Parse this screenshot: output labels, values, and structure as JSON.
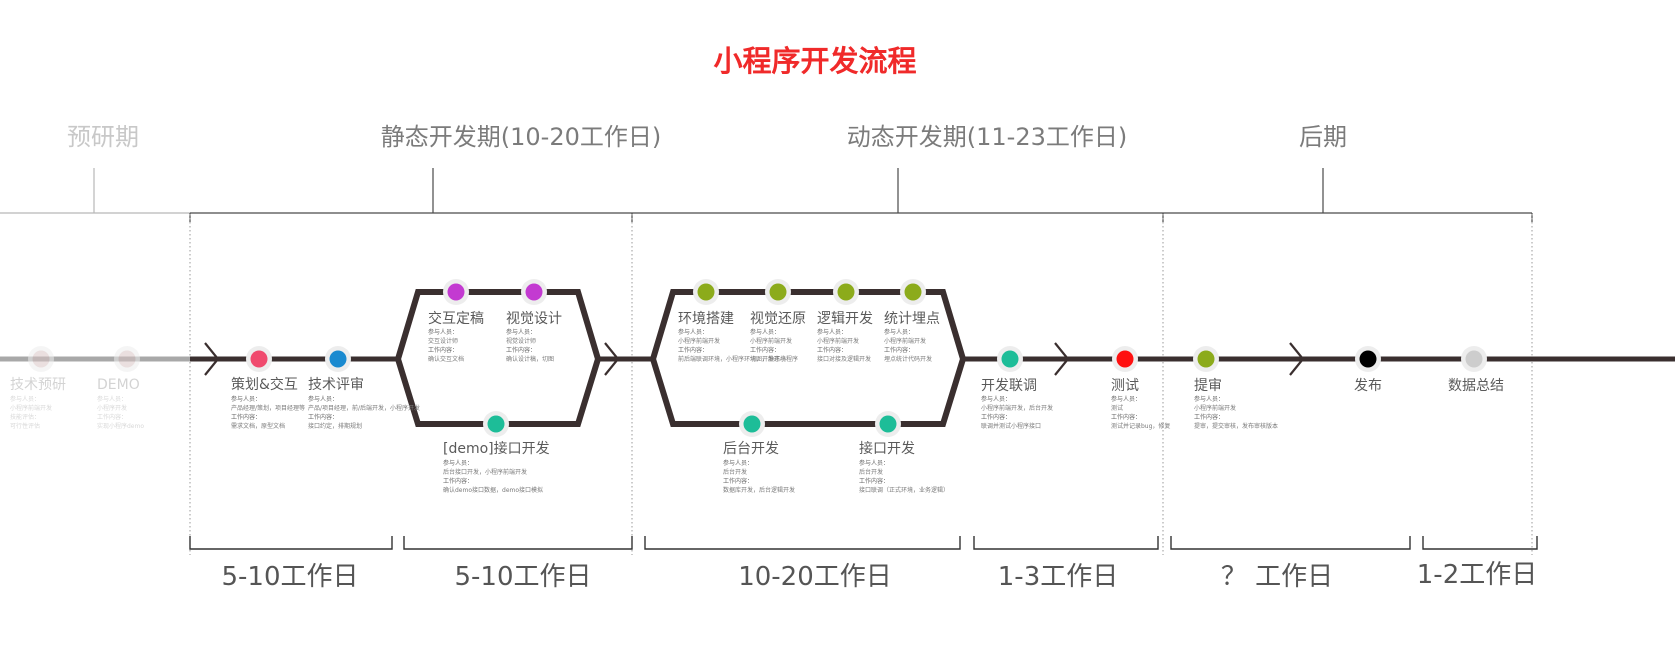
{
  "title": "小程序开发流程",
  "colors": {
    "title": "#f02a2a",
    "line": "#3a2f2f",
    "line_faded": "#a8a8a8",
    "phase_text": "#7b7b7b",
    "phase_text_faded": "#c8c8c8",
    "duration_text": "#555555",
    "bracket": "#333333",
    "magenta": "#c33ad1",
    "green": "#8cab1b",
    "teal": "#1dbd98",
    "red": "#ff1010",
    "pink": "#f04a6e",
    "blue": "#1a8ad0",
    "black": "#000000",
    "light_gray": "#cdcdcd",
    "faded_dot": "#d9c5c5"
  },
  "phases": [
    {
      "label": "预研期",
      "faded": true
    },
    {
      "label": "静态开发期(10-20工作日)"
    },
    {
      "label": "动态开发期(11-23工作日)"
    },
    {
      "label": "后期"
    }
  ],
  "durations": [
    "5-10工作日",
    "5-10工作日",
    "10-20工作日",
    "1-3工作日",
    "？ 工作日",
    "1-2工作日"
  ],
  "nodes": [
    {
      "label": "技术预研",
      "color": "faded_dot",
      "faded": true,
      "details": [
        "参与人员：",
        "小程序前端开发",
        "技能评估：",
        "可行性评估"
      ]
    },
    {
      "label": "DEMO",
      "color": "faded_dot",
      "faded": true,
      "details": [
        "参与人员：",
        "小程序开发",
        "工作内容：",
        "实现小程序demo"
      ]
    },
    {
      "label": "策划&交互",
      "color": "pink",
      "details": [
        "参与人员：",
        "产品经理/策划，项目经理等",
        "工作内容：",
        "需求文档，原型文档"
      ]
    },
    {
      "label": "技术评审",
      "color": "blue",
      "details": [
        "参与人员：",
        "产品/项目经理，前/后端开发，小程序开发",
        "工作内容：",
        "接口约定，排期规划"
      ]
    },
    {
      "label": "交互定稿",
      "color": "magenta",
      "details": [
        "参与人员：",
        "交互设计师",
        "工作内容：",
        "确认交互文档"
      ]
    },
    {
      "label": "视觉设计",
      "color": "magenta",
      "details": [
        "参与人员：",
        "视觉设计师",
        "工作内容：",
        "确认设计稿，切图"
      ]
    },
    {
      "label": "[demo]接口开发",
      "color": "teal",
      "details": [
        "参与人员：",
        "后台接口开发，小程序前端开发",
        "工作内容：",
        "确认demo接口数据，demo接口模拟"
      ]
    },
    {
      "label": "环境搭建",
      "color": "green",
      "details": [
        "参与人员：",
        "小程序前端开发",
        "工作内容：",
        "前后端联调环境，小程序环境，开发环境"
      ]
    },
    {
      "label": "视觉还原",
      "color": "green",
      "details": [
        "参与人员：",
        "小程序前端开发",
        "工作内容：",
        "切图，静态小程序"
      ]
    },
    {
      "label": "逻辑开发",
      "color": "green",
      "details": [
        "参与人员：",
        "小程序前端开发",
        "工作内容：",
        "接口对接及逻辑开发"
      ]
    },
    {
      "label": "统计埋点",
      "color": "green",
      "details": [
        "参与人员：",
        "小程序前端开发",
        "工作内容：",
        "埋点统计代码开发"
      ]
    },
    {
      "label": "后台开发",
      "color": "teal",
      "details": [
        "参与人员：",
        "后台开发",
        "工作内容：",
        "数据库开发，后台逻辑开发"
      ]
    },
    {
      "label": "接口开发",
      "color": "teal",
      "details": [
        "参与人员：",
        "后台开发",
        "工作内容：",
        "接口联调（正式环境，业务逻辑）"
      ]
    },
    {
      "label": "开发联调",
      "color": "teal",
      "details": [
        "参与人员：",
        "小程序前端开发，后台开发",
        "工作内容：",
        "联调并测试小程序接口"
      ]
    },
    {
      "label": "测试",
      "color": "red",
      "details": [
        "参与人员：",
        "测试",
        "工作内容：",
        "测试并记录bug，修复"
      ]
    },
    {
      "label": "提审",
      "color": "green",
      "details": [
        "参与人员：",
        "小程序前端开发",
        "工作内容：",
        "提审，提交审核，发布审核版本"
      ]
    },
    {
      "label": "发布",
      "color": "black",
      "details": []
    },
    {
      "label": "数据总结",
      "color": "light_gray",
      "details": []
    }
  ]
}
